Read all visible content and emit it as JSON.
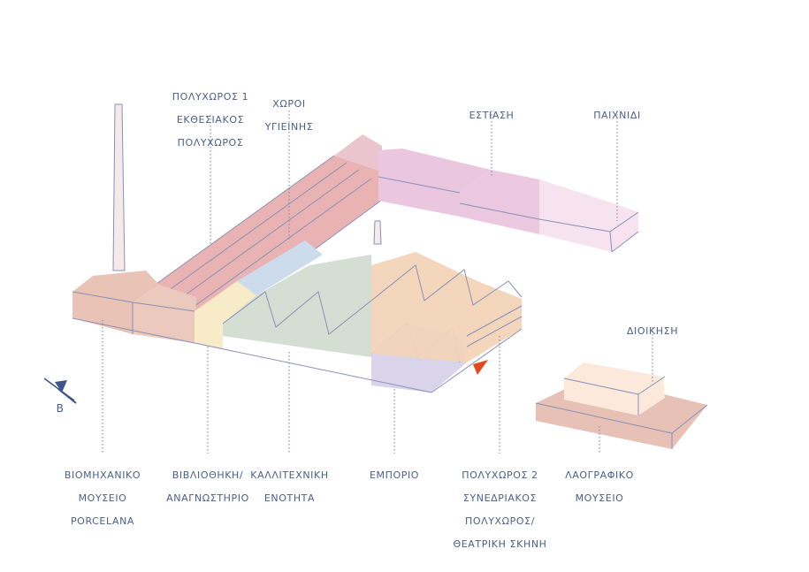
{
  "labels": {
    "polychoros1": [
      "ΠΟΛΥΧΩΡΟΣ 1",
      "ΕΚΘΕΣΙΑΚΟΣ",
      "ΠΟΛΥΧΩΡΟΣ"
    ],
    "xoroi": [
      "ΧΩΡΟΙ",
      "ΥΓΙΕΙΝΗΣ"
    ],
    "estiasi": [
      "ΕΣΤΙΑΣΗ"
    ],
    "paixnidi": [
      "ΠΑΙΧΝΙΔΙ"
    ],
    "dioikisi": [
      "ΔΙΟΙΚΗΣΗ"
    ],
    "viomichaniko": [
      "ΒΙΟΜΗΧΑΝΙΚΟ",
      "ΜΟΥΣΕΙΟ",
      "PORCELANA"
    ],
    "vivliothiki": [
      "ΒΙΒΛΙΟΘΗΚΗ/",
      "ΑΝΑΓΝΩΣΤΗΡΙΟ"
    ],
    "kallitexniki": [
      "ΚΑΛΛΙΤΕΧΝΙΚΗ",
      "ΕΝΟΤΗΤΑ"
    ],
    "emporio": [
      "ΕΜΠΟΡΙΟ"
    ],
    "polychoros2": [
      "ΠΟΛΥΧΩΡΟΣ 2",
      "ΣΥΝΕΔΡΙΑΚΟΣ",
      "ΠΟΛΥΧΩΡΟΣ/",
      "ΘΕΑΤΡΙΚΗ ΣΚΗΝΗ"
    ],
    "laografiko": [
      "ΛΑΟΓΡΑΦΙΚΟ",
      "ΜΟΥΣΕΙΟ"
    ]
  },
  "compass": {
    "letter": "Β"
  },
  "colors": {
    "museum": "#e7c3b7",
    "polychoros1": "#e6a7a8",
    "estiasi": "#ecc8e0",
    "paixnidi": "#f6e1ef",
    "xoroi": "#cbdbe9",
    "library": "#f8ebc8",
    "art": "#d6dfd4",
    "shop": "#d9d5e8",
    "polychoros2": "#f2d3b8",
    "admin": "#fbe9dd",
    "folk": "#e8c1b6",
    "arrow": "#e2491c",
    "text": "#4a5f8a"
  }
}
